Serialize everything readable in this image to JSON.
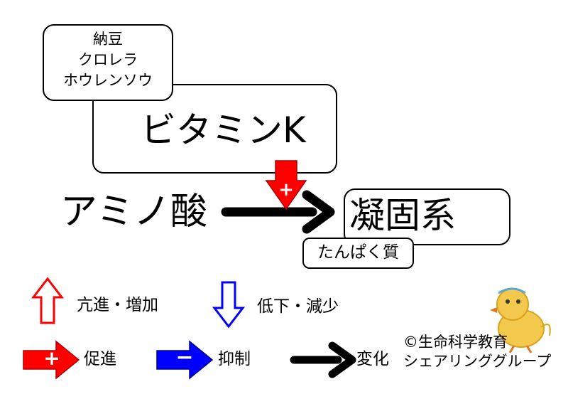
{
  "sources": {
    "lines": [
      "納豆",
      "クロレラ",
      "ホウレンソウ"
    ]
  },
  "vitamin": {
    "label": "ビタミンK"
  },
  "flow": {
    "input": "アミノ酸",
    "output": "凝固系",
    "output_note": "たんぱく質",
    "promote_symbol": "+"
  },
  "legend": {
    "up_label": "亢進・増加",
    "down_label": "低下・減少",
    "promote_label": "促進",
    "promote_symbol": "+",
    "inhibit_label": "抑制",
    "inhibit_symbol": "−",
    "change_label": "変化"
  },
  "credit": {
    "line1": "©生命科学教育",
    "line2": "シェアリンググループ"
  },
  "colors": {
    "red": "#ff0000",
    "blue": "#0000ff",
    "black": "#000000",
    "chick": "#f2c94c"
  }
}
